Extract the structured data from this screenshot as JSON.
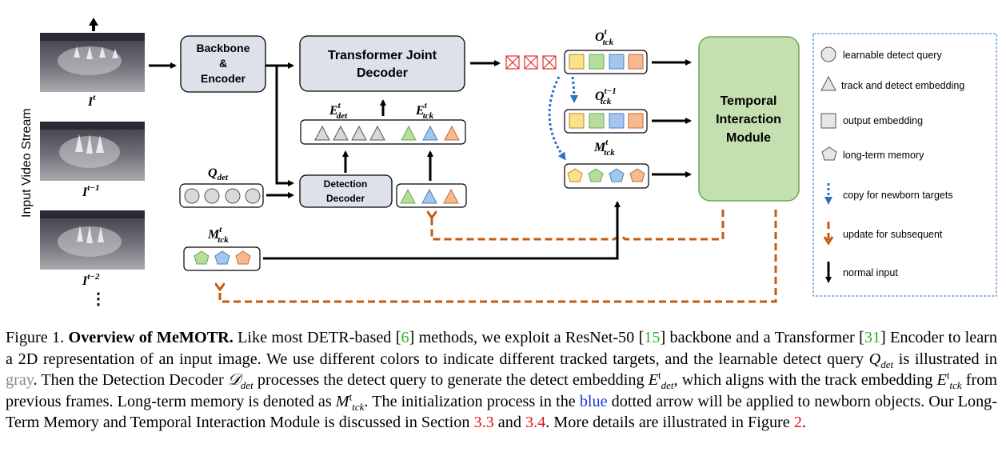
{
  "side_label": "Input Video Stream",
  "frames": [
    {
      "label_base": "I",
      "label_sup": "t"
    },
    {
      "label_base": "I",
      "label_sup": "t−1"
    },
    {
      "label_base": "I",
      "label_sup": "t−2"
    }
  ],
  "ellipsis": "⋮",
  "backbone": {
    "line1": "Backbone",
    "line2": "&",
    "line3": "Encoder"
  },
  "decoder": {
    "line1": "Transformer Joint",
    "line2": "Decoder"
  },
  "detection_decoder": {
    "line1": "Detection",
    "line2": "Decoder"
  },
  "temporal": {
    "line1": "Temporal",
    "line2": "Interaction",
    "line3": "Module"
  },
  "math_labels": {
    "o_t": {
      "base": "O",
      "sup": "t",
      "sub": "tck"
    },
    "o_t1": {
      "base": "O",
      "sup": "t−1",
      "sub": "tck"
    },
    "m_t_right": {
      "base": "M",
      "sup": "t",
      "sub": "tck"
    },
    "m_t_left": {
      "base": "M",
      "sup": "t",
      "sub": "tck"
    },
    "e_det": {
      "base": "E",
      "sup": "t",
      "sub": "det"
    },
    "e_tck": {
      "base": "E",
      "sup": "t",
      "sub": "tck"
    },
    "q_det": {
      "base": "Q",
      "sub": "det"
    }
  },
  "legend": [
    {
      "icon": "circle-icon",
      "text": "learnable detect query"
    },
    {
      "icon": "triangle-icon",
      "text": "track and detect embedding"
    },
    {
      "icon": "square-icon",
      "text": "output embedding"
    },
    {
      "icon": "pentagon-icon",
      "text": "long-term memory"
    },
    {
      "icon": "blue-dotted-arrow-icon",
      "text": "copy for newborn targets"
    },
    {
      "icon": "orange-dashed-arrow-icon",
      "text": "update for subsequent"
    },
    {
      "icon": "black-arrow-icon",
      "text": "normal input"
    }
  ],
  "colors": {
    "yellow": "#fde08a",
    "green": "#b7dd9e",
    "blue": "#a5c6ec",
    "orange": "#f7b98f",
    "gray_node": "#d9d9d9",
    "box_fill": "#dce1ea",
    "temporal_fill": "#c5e0b0",
    "temporal_stroke": "#6aa84f",
    "orange_arrow": "#c55a11",
    "blue_arrow": "#2f6fbf",
    "cross_red": "#e03030"
  },
  "caption": {
    "fig": "Figure 1. ",
    "bold": "Overview of MeMOTR.",
    "t1": " Like most DETR-based [",
    "r1": "6",
    "t2": "] methods, we exploit a ResNet-50 [",
    "r2": "15",
    "t3": "] backbone and a Transformer [",
    "r3": "31",
    "t4": "] Encoder to learn a 2D representation of an input image.  We use different colors to indicate different tracked targets, and the learnable detect query ",
    "q": "Q",
    "qsub": "det",
    "t5": " is illustrated in ",
    "gray": "gray",
    "t6": ".  Then the Detection Decoder ",
    "d": "𝒟",
    "dsub": "det",
    "t7": " processes the detect query to generate the detect embedding ",
    "e1": "E",
    "e1sup": "t",
    "e1sub": "det",
    "t8": ", which aligns with the track embedding ",
    "e2": "E",
    "e2sup": "t",
    "e2sub": "tck",
    "t9": " from previous frames. Long-term memory is denoted as ",
    "m": "M",
    "msup": "t",
    "msub": "tck",
    "t10": ". The initialization process in the ",
    "blue": "blue",
    "t11": " dotted arrow will be applied to newborn objects.  Our Long-Term Memory and Temporal Interaction Module is discussed in Section ",
    "r4": "3.3",
    "t12": " and ",
    "r5": "3.4",
    "t13": ". More details are illustrated in Figure ",
    "r6": "2",
    "t14": "."
  }
}
